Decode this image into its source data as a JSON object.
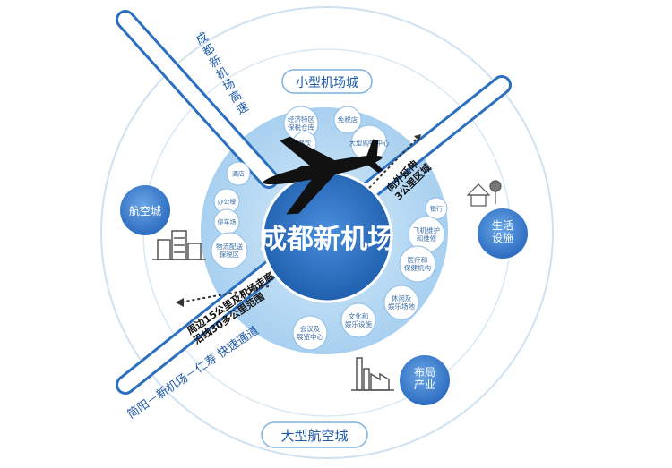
{
  "center": {
    "label": "成都新机场"
  },
  "outer_labels": {
    "top": "小型机场城",
    "bottom": "大型航空城"
  },
  "side_circles": {
    "left": "航空城",
    "right": "生活\n设施",
    "bottom_right": "布局\n产业"
  },
  "roads": {
    "highway": "成都新机场高速",
    "corridor": "简阳－新机场－仁寿 快速通道"
  },
  "arrows": {
    "upper_right": "向外延伸\n3公里区域",
    "lower_left": "周边15公里及机场走廊\n沿线30多公里范围"
  },
  "bubbles": [
    {
      "id": "bubble-free-trade",
      "label": "经济特区\n保税仓库"
    },
    {
      "id": "bubble-duty-free",
      "label": "免税店"
    },
    {
      "id": "bubble-dining",
      "label": "餐饮"
    },
    {
      "id": "bubble-shopping",
      "label": "大型购物中心"
    },
    {
      "id": "bubble-hotel",
      "label": "酒店"
    },
    {
      "id": "bubble-office",
      "label": "办公楼"
    },
    {
      "id": "bubble-parking",
      "label": "停车场"
    },
    {
      "id": "bubble-logistics",
      "label": "物流配送\n保税区"
    },
    {
      "id": "bubble-bank",
      "label": "银行"
    },
    {
      "id": "bubble-maintenance",
      "label": "飞机维护\n和维修"
    },
    {
      "id": "bubble-health",
      "label": "医疗和\n保健机构"
    },
    {
      "id": "bubble-leisure",
      "label": "休闲及\n娱乐场地"
    },
    {
      "id": "bubble-culture",
      "label": "文化和\n娱乐设施"
    },
    {
      "id": "bubble-convention",
      "label": "会议及\n展览中心"
    }
  ],
  "icons": {
    "plane": "airplane-icon",
    "buildings": "city-buildings-icon",
    "house": "house-tree-icon",
    "factory": "factory-icon"
  },
  "colors": {
    "center_blue": "#2f73c4",
    "ring_blue": "#bcdcf3",
    "road_blue": "#2a6fc0",
    "circle_blue": "#4f8fd6",
    "text_blue": "#1d5aa8"
  }
}
